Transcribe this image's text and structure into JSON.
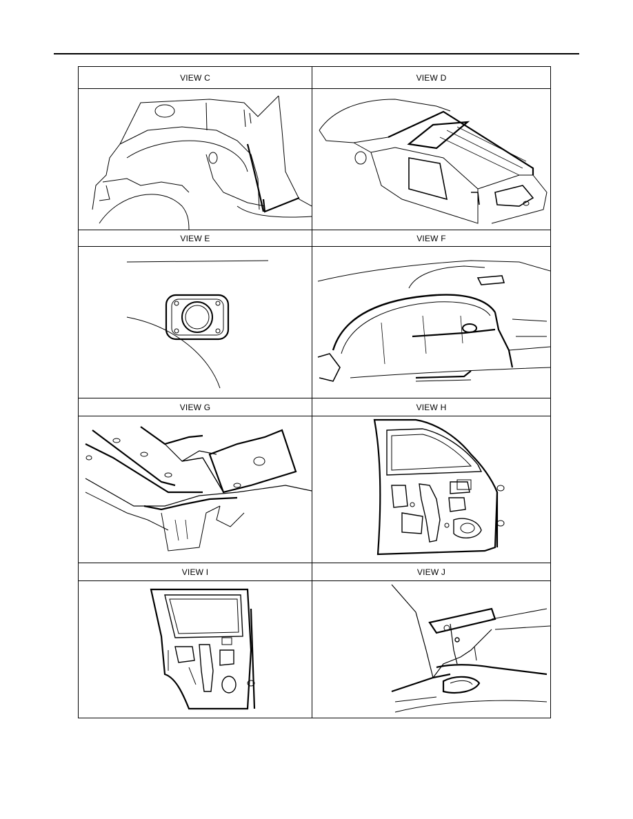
{
  "views": [
    {
      "id": "C",
      "label": "VIEW C",
      "icon": "rear-wheelhouse-inner-panel-illustration"
    },
    {
      "id": "D",
      "label": "VIEW D",
      "icon": "vehicle-roof-and-side-body-illustration"
    },
    {
      "id": "E",
      "label": "VIEW E",
      "icon": "fuel-filler-lid-opening-illustration"
    },
    {
      "id": "F",
      "label": "VIEW F",
      "icon": "rear-wheel-arch-inner-illustration"
    },
    {
      "id": "G",
      "label": "VIEW G",
      "icon": "underbody-floor-panel-illustration"
    },
    {
      "id": "H",
      "label": "VIEW H",
      "icon": "front-door-inner-panel-illustration"
    },
    {
      "id": "I",
      "label": "VIEW I",
      "icon": "rear-door-inner-panel-illustration"
    },
    {
      "id": "J",
      "label": "VIEW J",
      "icon": "cargo-area-interior-illustration"
    }
  ]
}
